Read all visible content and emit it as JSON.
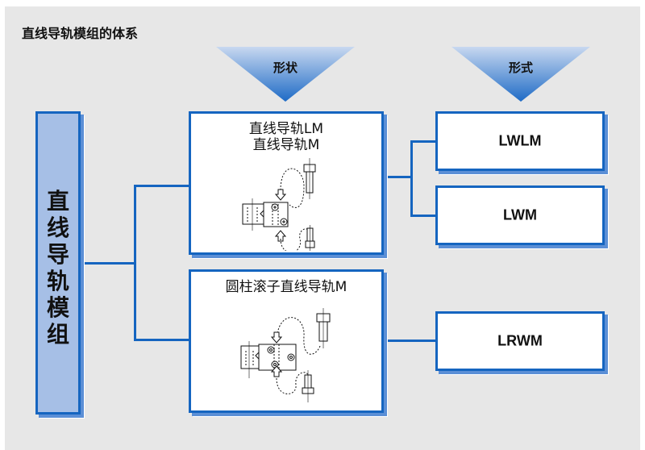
{
  "title": "直线导轨模组的体系",
  "headers": {
    "shape": "形状",
    "form": "形式"
  },
  "root": {
    "label": "直线导轨模组"
  },
  "shapes": [
    {
      "title_line1": "直线导轨LM",
      "title_line2": "直线导轨M",
      "illustration": "linear-guide-assembly-drawing"
    },
    {
      "title_line1": "圆柱滚子直线导轨M",
      "illustration": "cylindrical-roller-guide-assembly-drawing"
    }
  ],
  "forms": [
    {
      "label": "LWLM"
    },
    {
      "label": "LWM"
    },
    {
      "label": "LRWM"
    }
  ],
  "colors": {
    "accent": "#1565c0",
    "root_fill": "#a6bfe6",
    "panel_bg": "#e7e7e7",
    "triangle_top": "#c5d6ef",
    "triangle_bottom": "#1e6bc6"
  }
}
